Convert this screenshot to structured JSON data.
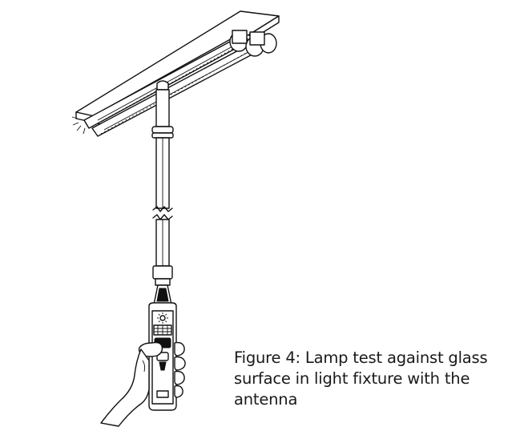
{
  "figure": {
    "caption_lines": [
      "Figure 4: Lamp test against glass",
      "surface in light fixture with the",
      "antenna"
    ],
    "icons": [
      "light-fixture",
      "fluorescent-tube",
      "antenna-pole",
      "handheld-tester",
      "hand"
    ]
  }
}
